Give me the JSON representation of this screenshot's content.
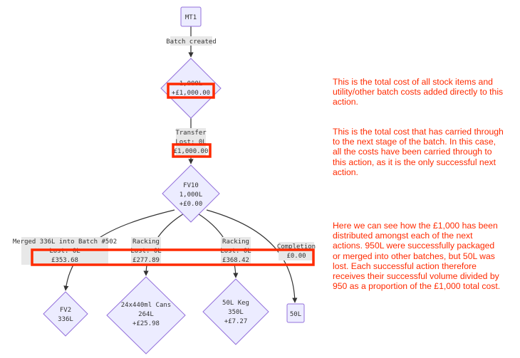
{
  "diagram": {
    "nodes": {
      "mt1": {
        "label": "MT1"
      },
      "batch": {
        "lines": [
          "1,000L",
          "+£1,000.00"
        ]
      },
      "fv10": {
        "lines": [
          "FV10",
          "1,000L",
          "+£0.00"
        ]
      },
      "fv2": {
        "lines": [
          "FV2",
          "336L"
        ]
      },
      "cans": {
        "lines": [
          "24x440ml Cans",
          "264L",
          "+£25.98"
        ]
      },
      "keg": {
        "lines": [
          "50L Keg",
          "350L",
          "+£7.27"
        ]
      },
      "l50": {
        "label": "50L"
      }
    },
    "edges": {
      "created": {
        "label": "Batch created"
      },
      "transfer": {
        "lines": [
          "Transfer",
          "Lost: 0L",
          "£1,000.00"
        ]
      },
      "merged": {
        "lines": [
          "Merged 336L into Batch #502",
          "Lost: 0L",
          "£353.68"
        ]
      },
      "racking1": {
        "lines": [
          "Racking",
          "Lost: 0L",
          "£277.89"
        ]
      },
      "racking2": {
        "lines": [
          "Racking",
          "Lost: 0L",
          "£368.42"
        ]
      },
      "completion": {
        "lines": [
          "Completion",
          "£0.00"
        ]
      }
    }
  },
  "annotations": {
    "note1": "This is the total cost of all stock items and\nutility/other batch costs added directly to this\naction.",
    "note2": "This is the total cost that has carried through\nto the next stage of the batch. In this case,\nall the costs have been carried through to\nthis action, as it is the only successful next\naction.",
    "note3": "Here we can see how the £1,000 has been\ndistributed amongst each of the next\nactions. 950L were successfully packaged\nor merged into other batches, but 50L was\nlost. Each successful action therefore\nreceives their successful volume divided by\n950 as a proportion of the £1,000 total cost."
  },
  "colors": {
    "node_fill": "#ececff",
    "node_stroke": "#9370db",
    "highlight": "#ff2a00",
    "annotation_text": "#ff2a00",
    "edge_label_bg": "#e8e8e8"
  }
}
